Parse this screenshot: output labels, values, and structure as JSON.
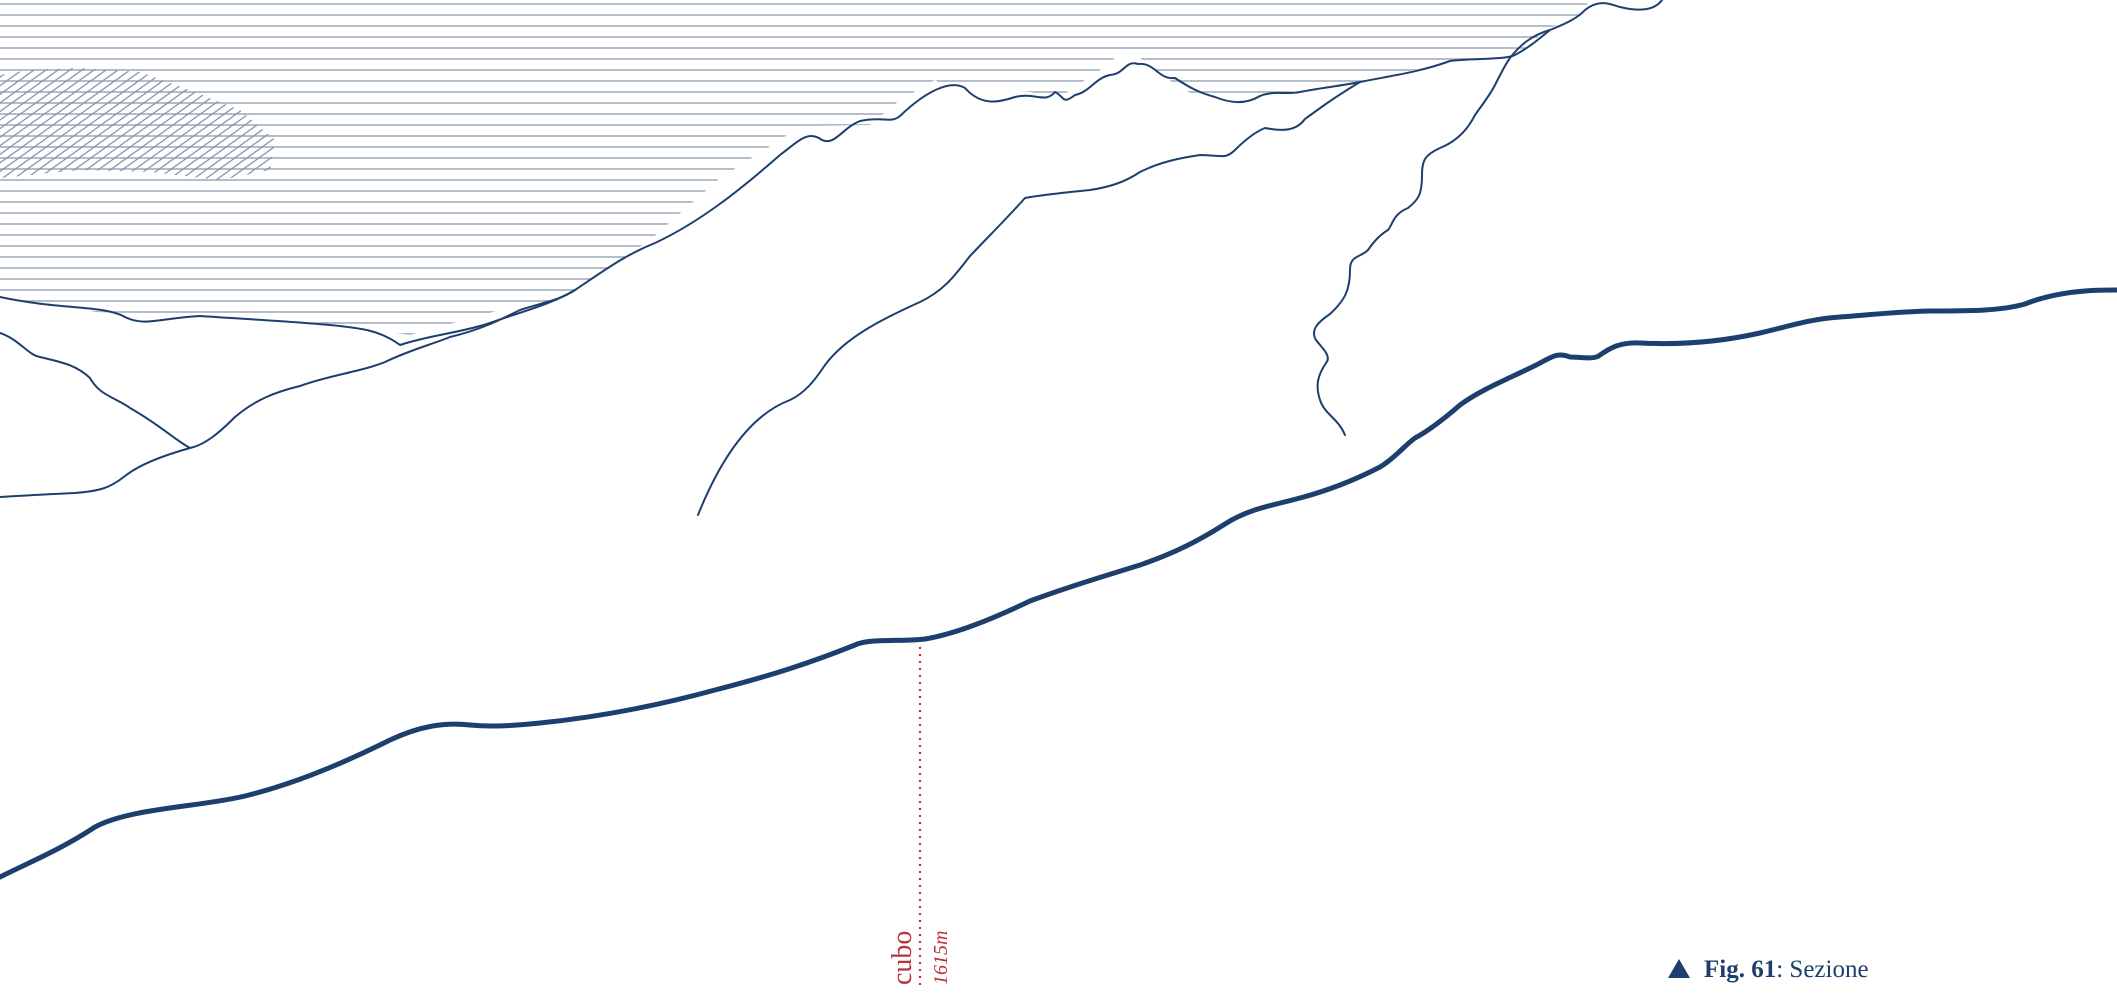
{
  "colors": {
    "ink": "#1d3f6e",
    "hatch": "#9aa9b8",
    "marker": "#b8343a"
  },
  "marker": {
    "label": "cubo",
    "elevation": "1615m"
  },
  "caption": {
    "icon": "triangle-up-icon",
    "figure": "Fig. 61",
    "separator": ": ",
    "title": "Sezione"
  }
}
